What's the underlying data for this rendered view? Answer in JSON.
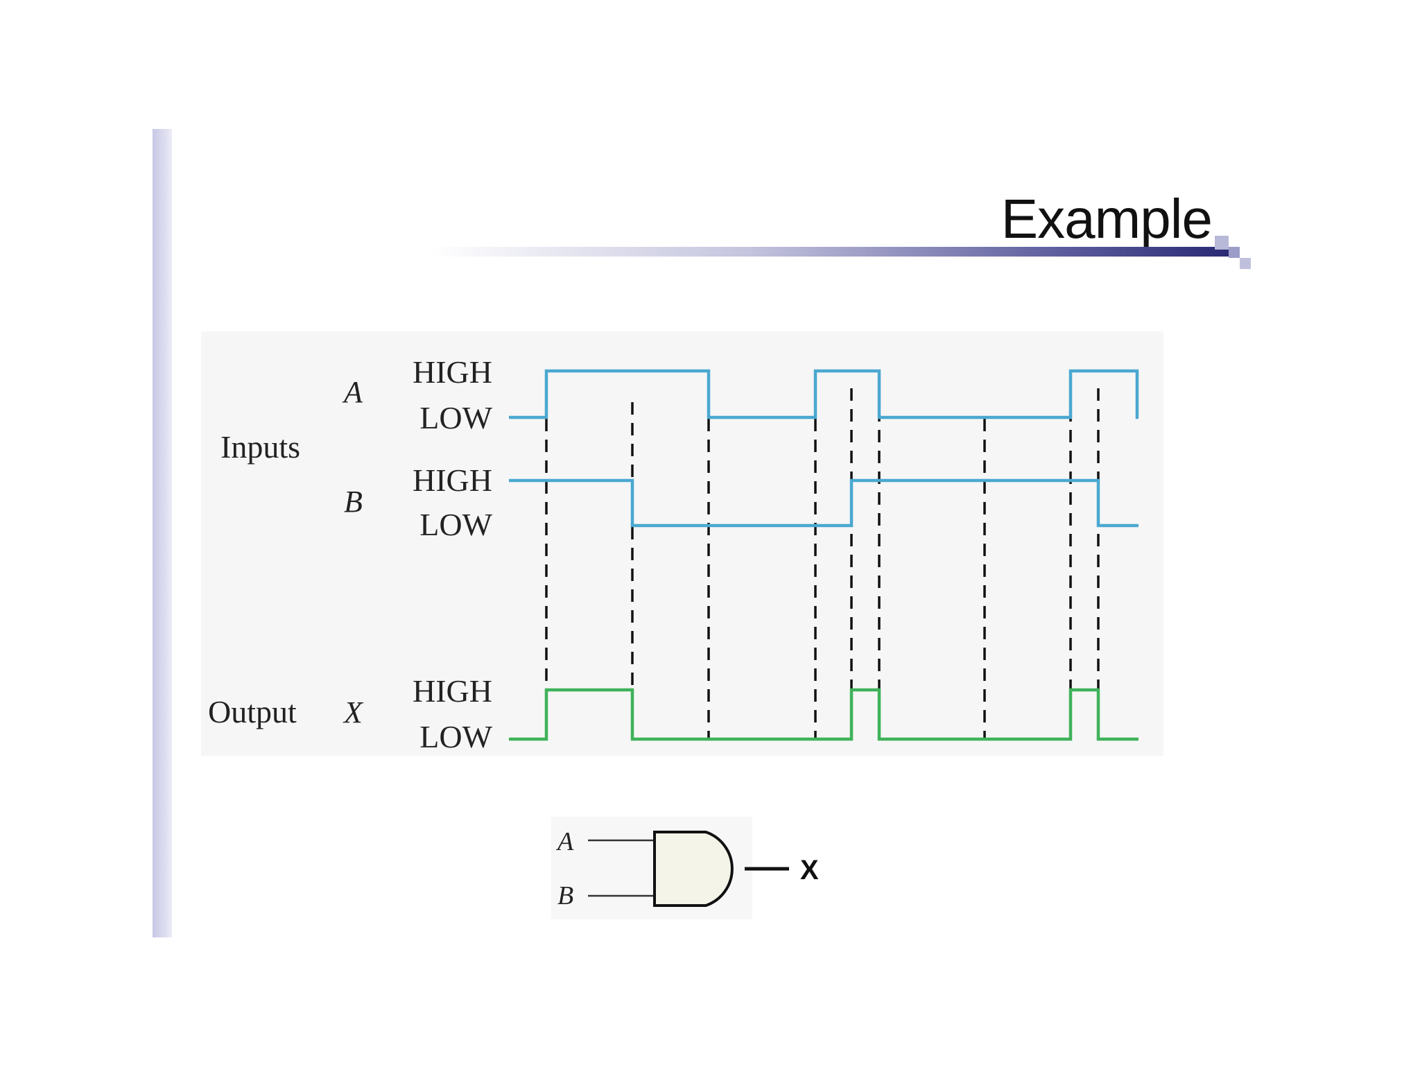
{
  "slide": {
    "title": "Example"
  },
  "timing_diagram": {
    "group_labels": {
      "inputs": "Inputs",
      "output": "Output"
    },
    "level_labels": {
      "high": "HIGH",
      "low": "LOW"
    },
    "signals": [
      {
        "name": "A",
        "color": "#4aa8d0",
        "levels": [
          0,
          1,
          1,
          0,
          0,
          1,
          1,
          0,
          0,
          1,
          1,
          0
        ]
      },
      {
        "name": "B",
        "color": "#4aa8d0",
        "levels": [
          1,
          1,
          0,
          0,
          0,
          0,
          1,
          1,
          1,
          1,
          0,
          0
        ]
      },
      {
        "name": "X",
        "color": "#3fb25a",
        "levels": [
          0,
          1,
          0,
          0,
          0,
          0,
          1,
          0,
          0,
          1,
          0,
          0
        ]
      }
    ]
  },
  "gate": {
    "type": "AND",
    "input_labels": [
      "A",
      "B"
    ],
    "output_label": "X",
    "fill_color": "#f4f4e8"
  }
}
